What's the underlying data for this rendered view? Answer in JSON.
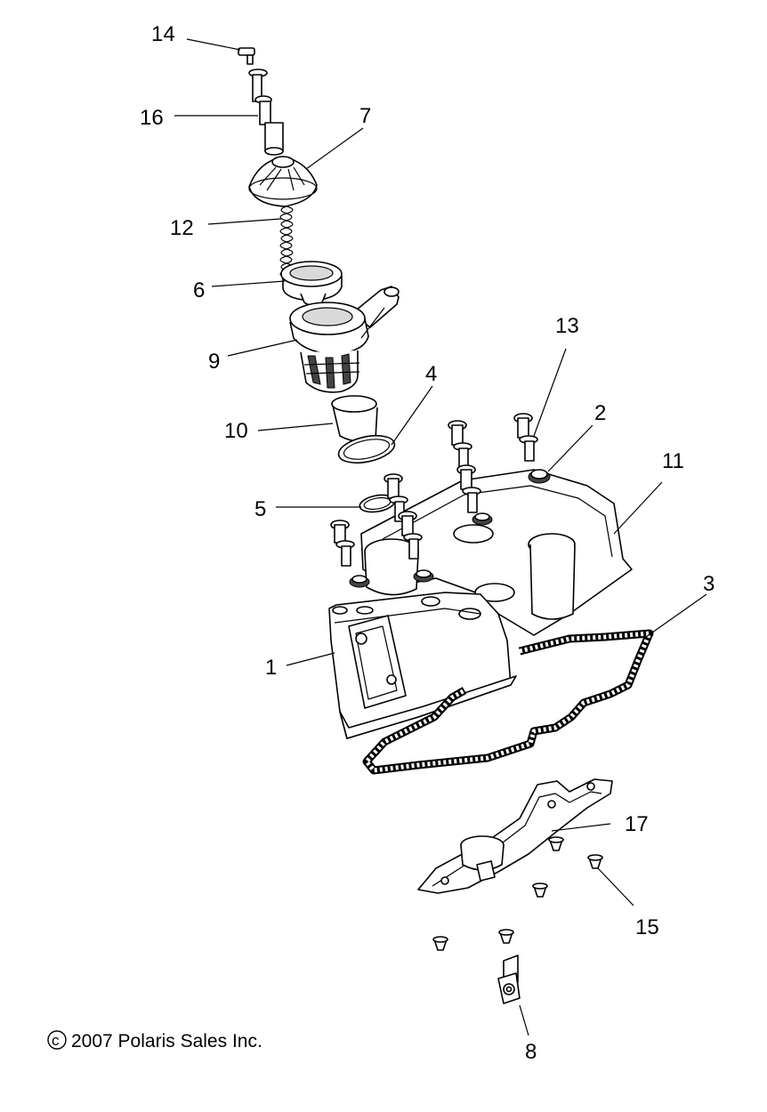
{
  "callouts": {
    "c1": "1",
    "c2": "2",
    "c3": "3",
    "c4": "4",
    "c5": "5",
    "c6": "6",
    "c7": "7",
    "c8": "8",
    "c9": "9",
    "c10": "10",
    "c11": "11",
    "c12": "12",
    "c13": "13",
    "c14": "14",
    "c15": "15",
    "c16": "16",
    "c17": "17"
  },
  "copyright": {
    "symbol": "c",
    "text": "2007 Polaris Sales Inc."
  }
}
